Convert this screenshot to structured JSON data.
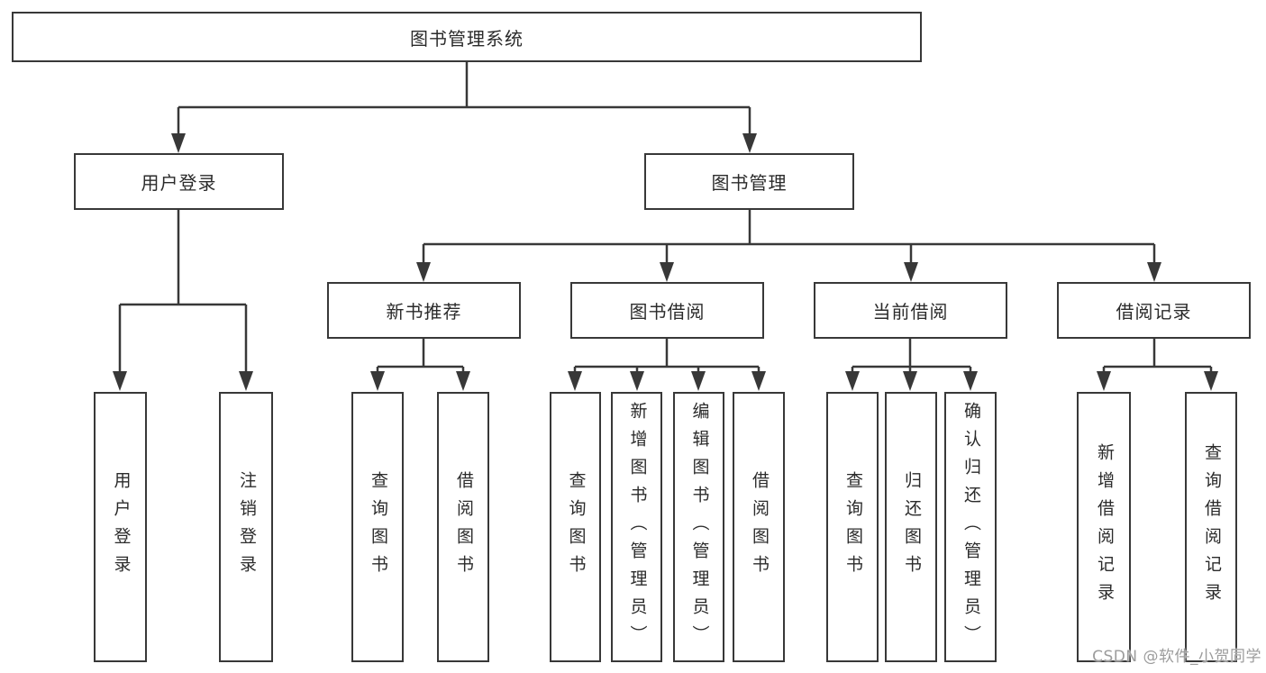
{
  "tree": {
    "label": "图书管理系统",
    "children": [
      {
        "label": "用户登录",
        "children": [
          {
            "label": "用户登录"
          },
          {
            "label": "注销登录"
          }
        ]
      },
      {
        "label": "图书管理",
        "children": [
          {
            "label": "新书推荐",
            "children": [
              {
                "label": "查询图书"
              },
              {
                "label": "借阅图书"
              }
            ]
          },
          {
            "label": "图书借阅",
            "children": [
              {
                "label": "查询图书"
              },
              {
                "label": "新增图书（管理员）"
              },
              {
                "label": "编辑图书（管理员）"
              },
              {
                "label": "借阅图书"
              }
            ]
          },
          {
            "label": "当前借阅",
            "children": [
              {
                "label": "查询图书"
              },
              {
                "label": "归还图书"
              },
              {
                "label": "确认归还（管理员）"
              }
            ]
          },
          {
            "label": "借阅记录",
            "children": [
              {
                "label": "新增借阅记录"
              },
              {
                "label": "查询借阅记录"
              }
            ]
          }
        ]
      }
    ]
  },
  "watermark": "CSDN @软件_小贺同学",
  "colors": {
    "line": "#383838",
    "box_border": "#383838",
    "text": "#2b2b2b",
    "watermark": "#9c9c9c",
    "background": "#ffffff"
  }
}
